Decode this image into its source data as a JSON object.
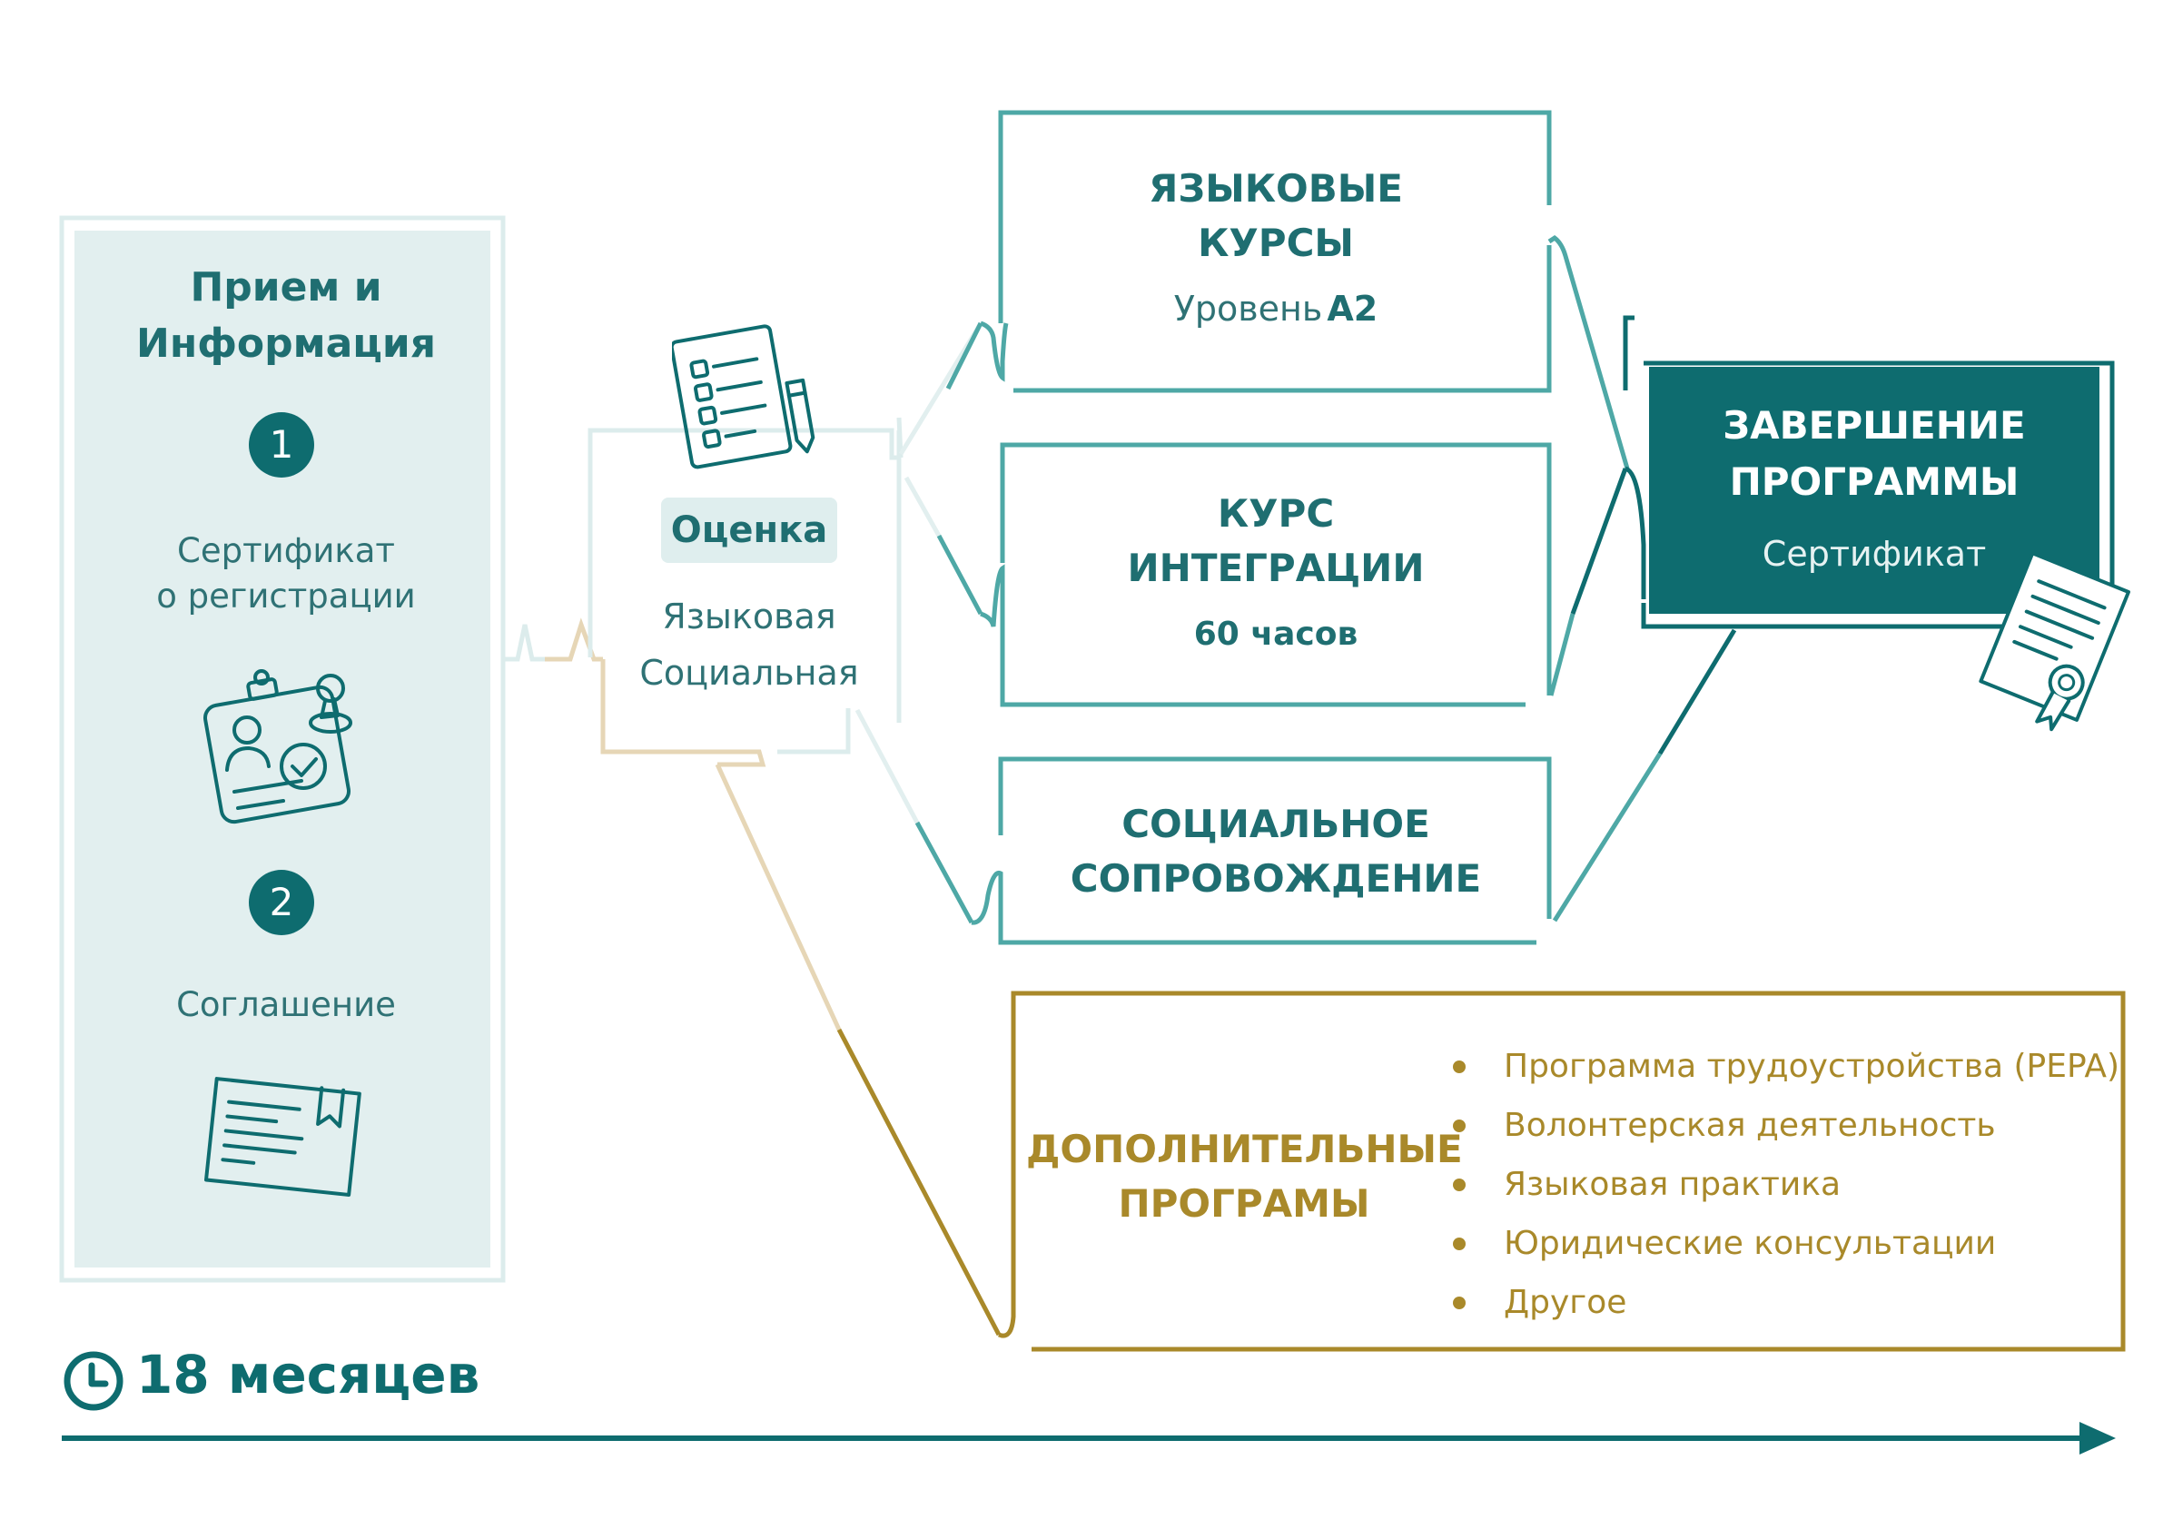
{
  "intake": {
    "title_line1": "Прием и",
    "title_line2": "Информация",
    "steps": [
      {
        "number": "1",
        "label_line1": "Сертификат",
        "label_line2": "о регистрации",
        "icon": "registration-card-icon"
      },
      {
        "number": "2",
        "label_line1": "Соглашение",
        "label_line2": "",
        "icon": "agreement-document-icon"
      }
    ]
  },
  "evaluation": {
    "label": "Оценка",
    "type_line1": "Языковая",
    "type_line2": "Социальная",
    "icon": "checklist-icon"
  },
  "courses": {
    "language": {
      "title_line1": "ЯЗЫКОВЫЕ",
      "title_line2": "КУРСЫ",
      "level_label": "Уровень",
      "level_value": "A2"
    },
    "integration": {
      "title_line1": "КУРС",
      "title_line2": "ИНТЕГРАЦИИ",
      "hours": "60 часов"
    },
    "social": {
      "title_line1": "СОЦИАЛЬНОЕ",
      "title_line2": "СОПРОВОЖДЕНИЕ"
    }
  },
  "completion": {
    "title_line1": "ЗАВЕРШЕНИЕ",
    "title_line2": "ПРОГРАММЫ",
    "subtitle": "Сертификат",
    "icon": "certificate-icon"
  },
  "additional": {
    "title_line1": "ДОПОЛНИТЕЛЬНЫЕ",
    "title_line2": "ПРОГРАМЫ",
    "items": [
      "Программа трудоустройства (PEPA)",
      "Волонтерская деятельность",
      "Языковая практика",
      "Юридические консультации",
      "Другое"
    ]
  },
  "timeline": {
    "duration": "18 месяцев",
    "icon": "clock-icon"
  },
  "colors": {
    "teal_dark": "#0e6c6f",
    "teal": "#4ea8a6",
    "teal_pale": "#dfeeee",
    "gold": "#a9892a",
    "beige": "#e6d6b6"
  }
}
